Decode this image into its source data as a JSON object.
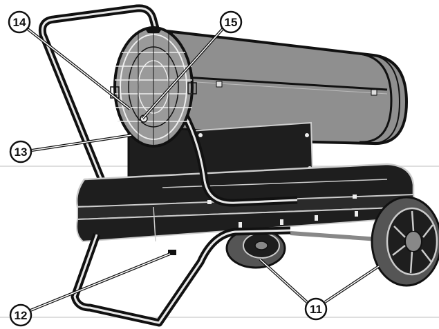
{
  "callouts": [
    {
      "id": "c14",
      "label": "14"
    },
    {
      "id": "c15",
      "label": "15"
    },
    {
      "id": "c13",
      "label": "13"
    },
    {
      "id": "c12",
      "label": "12"
    },
    {
      "id": "c11",
      "label": "11"
    }
  ],
  "colors": {
    "outline": "#111111",
    "body_dark": "#1e1e1e",
    "barrel_gray": "#8f8f8f",
    "barrel_light": "#a8a8a8",
    "guide_line": "#d4d4d4"
  }
}
